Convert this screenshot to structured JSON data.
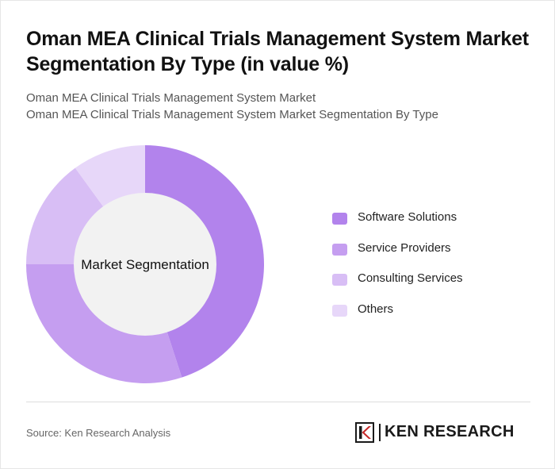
{
  "header": {
    "title": "Oman MEA Clinical Trials Management System Market Segmentation By Type (in value %)",
    "subtitle_line1": "Oman MEA Clinical Trials Management System Market",
    "subtitle_line2": "Oman MEA Clinical Trials Management System Market Segmentation By Type"
  },
  "chart_data": {
    "type": "pie",
    "center_label": "Market Segmentation",
    "categories": [
      "Software Solutions",
      "Service Providers",
      "Consulting Services",
      "Others"
    ],
    "values": [
      45,
      30,
      15,
      10
    ],
    "colors": [
      "#b283ec",
      "#c59ef0",
      "#d8bef5",
      "#e7d7f9"
    ],
    "donut": true,
    "legend_position": "right"
  },
  "footer": {
    "source": "Source: Ken Research Analysis",
    "logo_text": "KEN RESEARCH",
    "logo_icon": "ken-research-logo-icon"
  }
}
